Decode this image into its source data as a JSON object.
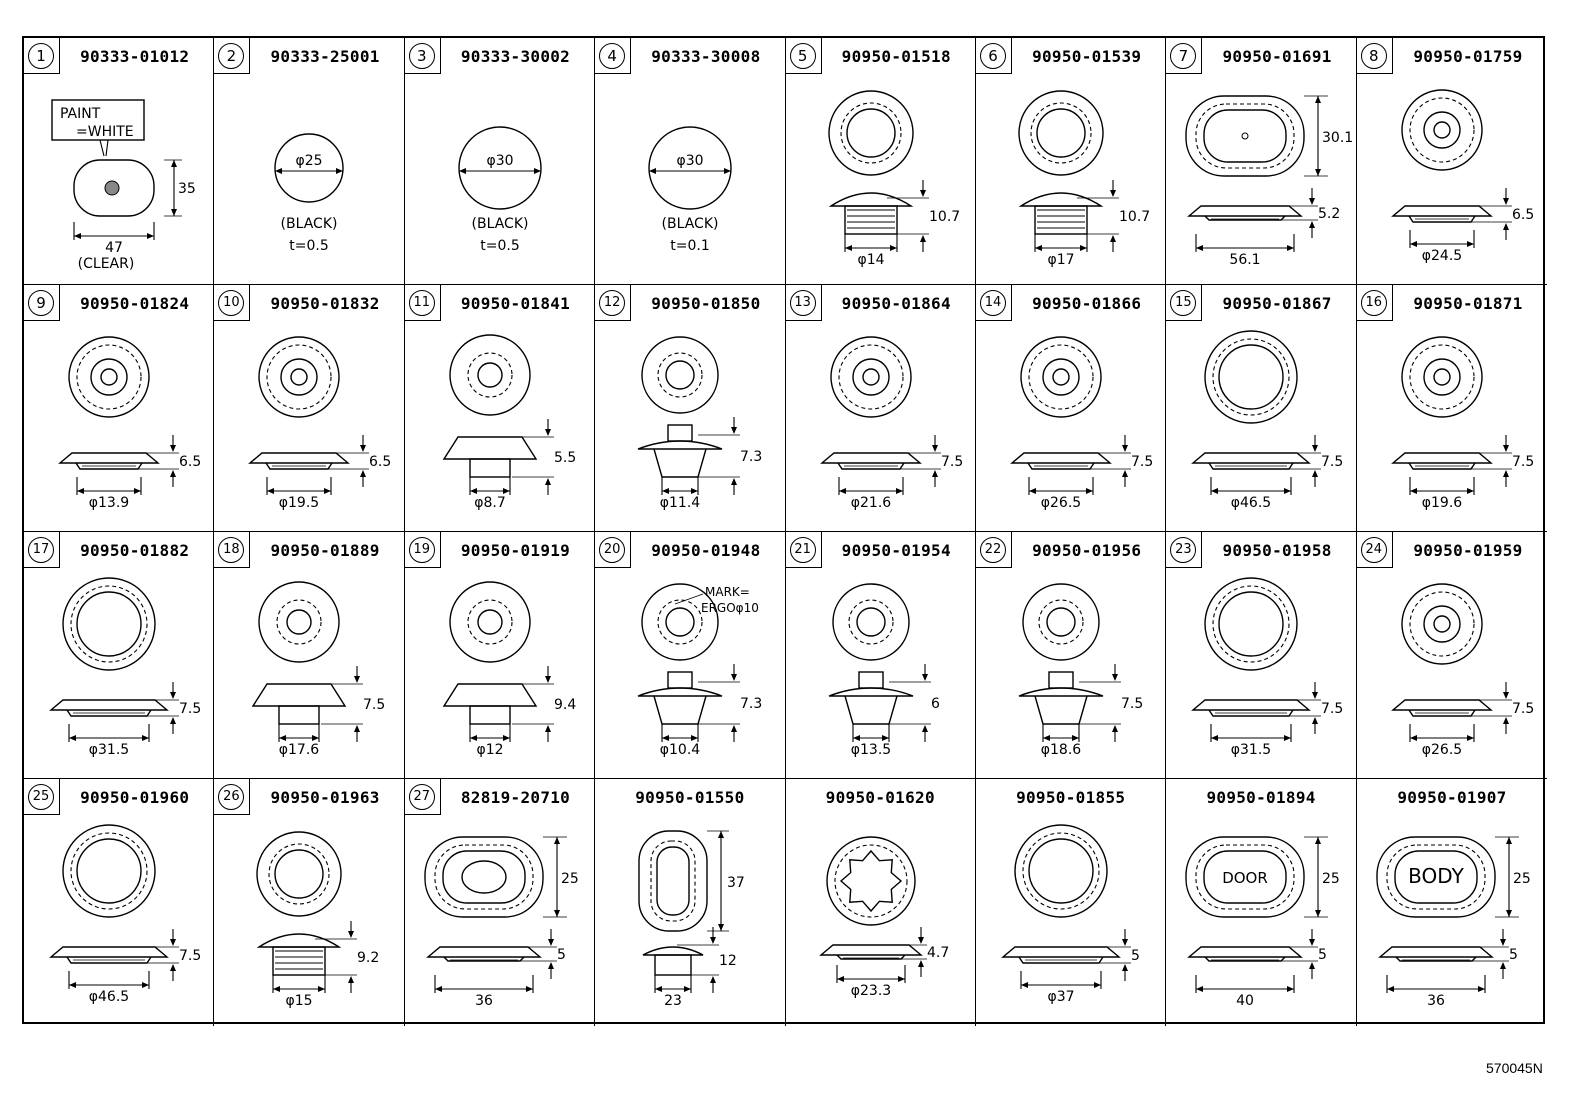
{
  "ref_code": "570045N",
  "cells": [
    {
      "index": "1",
      "part": "90333-01012",
      "kind": "sticker",
      "labels": {
        "note1": "PAINT",
        "note2": "=WHITE",
        "h": "35",
        "w": "47",
        "sub": "(CLEAR)"
      }
    },
    {
      "index": "2",
      "part": "90333-25001",
      "kind": "disc",
      "labels": {
        "d": "φ25",
        "color": "(BLACK)",
        "t": "t=0.5"
      }
    },
    {
      "index": "3",
      "part": "90333-30002",
      "kind": "disc",
      "labels": {
        "d": "φ30",
        "color": "(BLACK)",
        "t": "t=0.5"
      }
    },
    {
      "index": "4",
      "part": "90333-30008",
      "kind": "disc",
      "labels": {
        "d": "φ30",
        "color": "(BLACK)",
        "t": "t=0.1"
      }
    },
    {
      "index": "5",
      "part": "90950-01518",
      "kind": "cap",
      "labels": {
        "h": "10.7",
        "d": "φ14"
      }
    },
    {
      "index": "6",
      "part": "90950-01539",
      "kind": "cap",
      "labels": {
        "h": "10.7",
        "d": "φ17"
      }
    },
    {
      "index": "7",
      "part": "90950-01691",
      "kind": "oval",
      "labels": {
        "side": "30.1",
        "h": "5.2",
        "d": "56.1"
      }
    },
    {
      "index": "8",
      "part": "90950-01759",
      "kind": "flat",
      "labels": {
        "h": "6.5",
        "d": "φ24.5"
      }
    },
    {
      "index": "9",
      "part": "90950-01824",
      "kind": "flat",
      "labels": {
        "h": "6.5",
        "d": "φ13.9"
      }
    },
    {
      "index": "10",
      "part": "90950-01832",
      "kind": "flat",
      "labels": {
        "h": "6.5",
        "d": "φ19.5"
      }
    },
    {
      "index": "11",
      "part": "90950-01841",
      "kind": "dome",
      "labels": {
        "h": "5.5",
        "d": "φ8.7"
      }
    },
    {
      "index": "12",
      "part": "90950-01850",
      "kind": "peg",
      "labels": {
        "h": "7.3",
        "d": "φ11.4"
      }
    },
    {
      "index": "13",
      "part": "90950-01864",
      "kind": "flat",
      "labels": {
        "h": "7.5",
        "d": "φ21.6"
      }
    },
    {
      "index": "14",
      "part": "90950-01866",
      "kind": "flat",
      "labels": {
        "h": "7.5",
        "d": "φ26.5"
      }
    },
    {
      "index": "15",
      "part": "90950-01867",
      "kind": "flat",
      "labels": {
        "h": "7.5",
        "d": "φ46.5"
      }
    },
    {
      "index": "16",
      "part": "90950-01871",
      "kind": "flat",
      "labels": {
        "h": "7.5",
        "d": "φ19.6"
      }
    },
    {
      "index": "17",
      "part": "90950-01882",
      "kind": "flat",
      "labels": {
        "h": "7.5",
        "d": "φ31.5"
      }
    },
    {
      "index": "18",
      "part": "90950-01889",
      "kind": "dome",
      "labels": {
        "h": "7.5",
        "d": "φ17.6"
      }
    },
    {
      "index": "19",
      "part": "90950-01919",
      "kind": "dome",
      "labels": {
        "h": "9.4",
        "d": "φ12"
      }
    },
    {
      "index": "20",
      "part": "90950-01948",
      "kind": "peg",
      "labels": {
        "h": "7.3",
        "d": "φ10.4",
        "note1": "MARK=",
        "note2": "ERGOφ10"
      }
    },
    {
      "index": "21",
      "part": "90950-01954",
      "kind": "peg",
      "labels": {
        "h": "6",
        "d": "φ13.5"
      }
    },
    {
      "index": "22",
      "part": "90950-01956",
      "kind": "peg",
      "labels": {
        "h": "7.5",
        "d": "φ18.6"
      }
    },
    {
      "index": "23",
      "part": "90950-01958",
      "kind": "flat",
      "labels": {
        "h": "7.5",
        "d": "φ31.5"
      }
    },
    {
      "index": "24",
      "part": "90950-01959",
      "kind": "flat",
      "labels": {
        "h": "7.5",
        "d": "φ26.5"
      }
    },
    {
      "index": "25",
      "part": "90950-01960",
      "kind": "flat",
      "labels": {
        "h": "7.5",
        "d": "φ46.5"
      }
    },
    {
      "index": "26",
      "part": "90950-01963",
      "kind": "cap",
      "labels": {
        "h": "9.2",
        "d": "φ15"
      }
    },
    {
      "index": "27",
      "part": "82819-20710",
      "kind": "oval",
      "labels": {
        "side": "25",
        "h": "5",
        "d": "36"
      }
    },
    {
      "index": "",
      "part": "90950-01550",
      "kind": "vertoval",
      "labels": {
        "side": "37",
        "h": "12",
        "d": "23"
      }
    },
    {
      "index": "",
      "part": "90950-01620",
      "kind": "gear",
      "labels": {
        "h": "4.7",
        "d": "φ23.3"
      }
    },
    {
      "index": "",
      "part": "90950-01855",
      "kind": "flat",
      "labels": {
        "h": "5",
        "d": "φ37"
      }
    },
    {
      "index": "",
      "part": "90950-01894",
      "kind": "oval",
      "labels": {
        "side": "25",
        "h": "5",
        "d": "40",
        "text": "DOOR"
      }
    },
    {
      "index": "",
      "part": "90950-01907",
      "kind": "oval",
      "labels": {
        "side": "25",
        "h": "5",
        "d": "36",
        "text": "BODY"
      }
    }
  ]
}
